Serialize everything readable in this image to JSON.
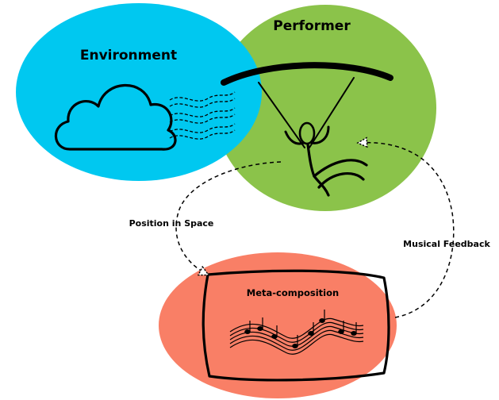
{
  "nodes": {
    "environment": {
      "label": "Environment",
      "color": "#00c8f0"
    },
    "performer": {
      "label": "Performer",
      "color": "#8bc34a"
    },
    "meta_composition": {
      "label": "Meta-composition",
      "color": "#f97f66"
    }
  },
  "edges": {
    "position_in_space": {
      "label": "Position in Space"
    },
    "musical_feedback": {
      "label": "Musical Feedback"
    }
  },
  "icons": [
    "cloud-icon",
    "wind-icon",
    "aerial-performer-icon",
    "sheet-music-icon"
  ]
}
